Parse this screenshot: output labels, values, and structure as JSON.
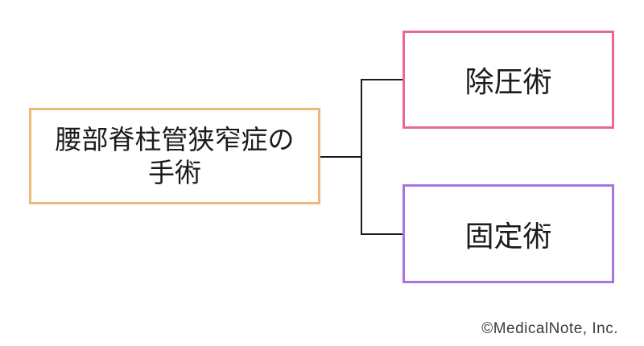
{
  "diagram": {
    "title_box": {
      "label": "腰部脊柱管狭窄症の手術",
      "label_lines": [
        "腰部脊柱管狭窄症の",
        "手術"
      ],
      "border_color": "#EFB87B"
    },
    "branches": [
      {
        "label": "除圧術",
        "border_color": "#E9689B"
      },
      {
        "label": "固定術",
        "border_color": "#A973E2"
      }
    ],
    "connector_color": "#1b1b1b",
    "text_color": "#1b1b1b"
  },
  "footer": {
    "copyright": "©MedicalNote, Inc.",
    "color": "#3c3c3c"
  }
}
